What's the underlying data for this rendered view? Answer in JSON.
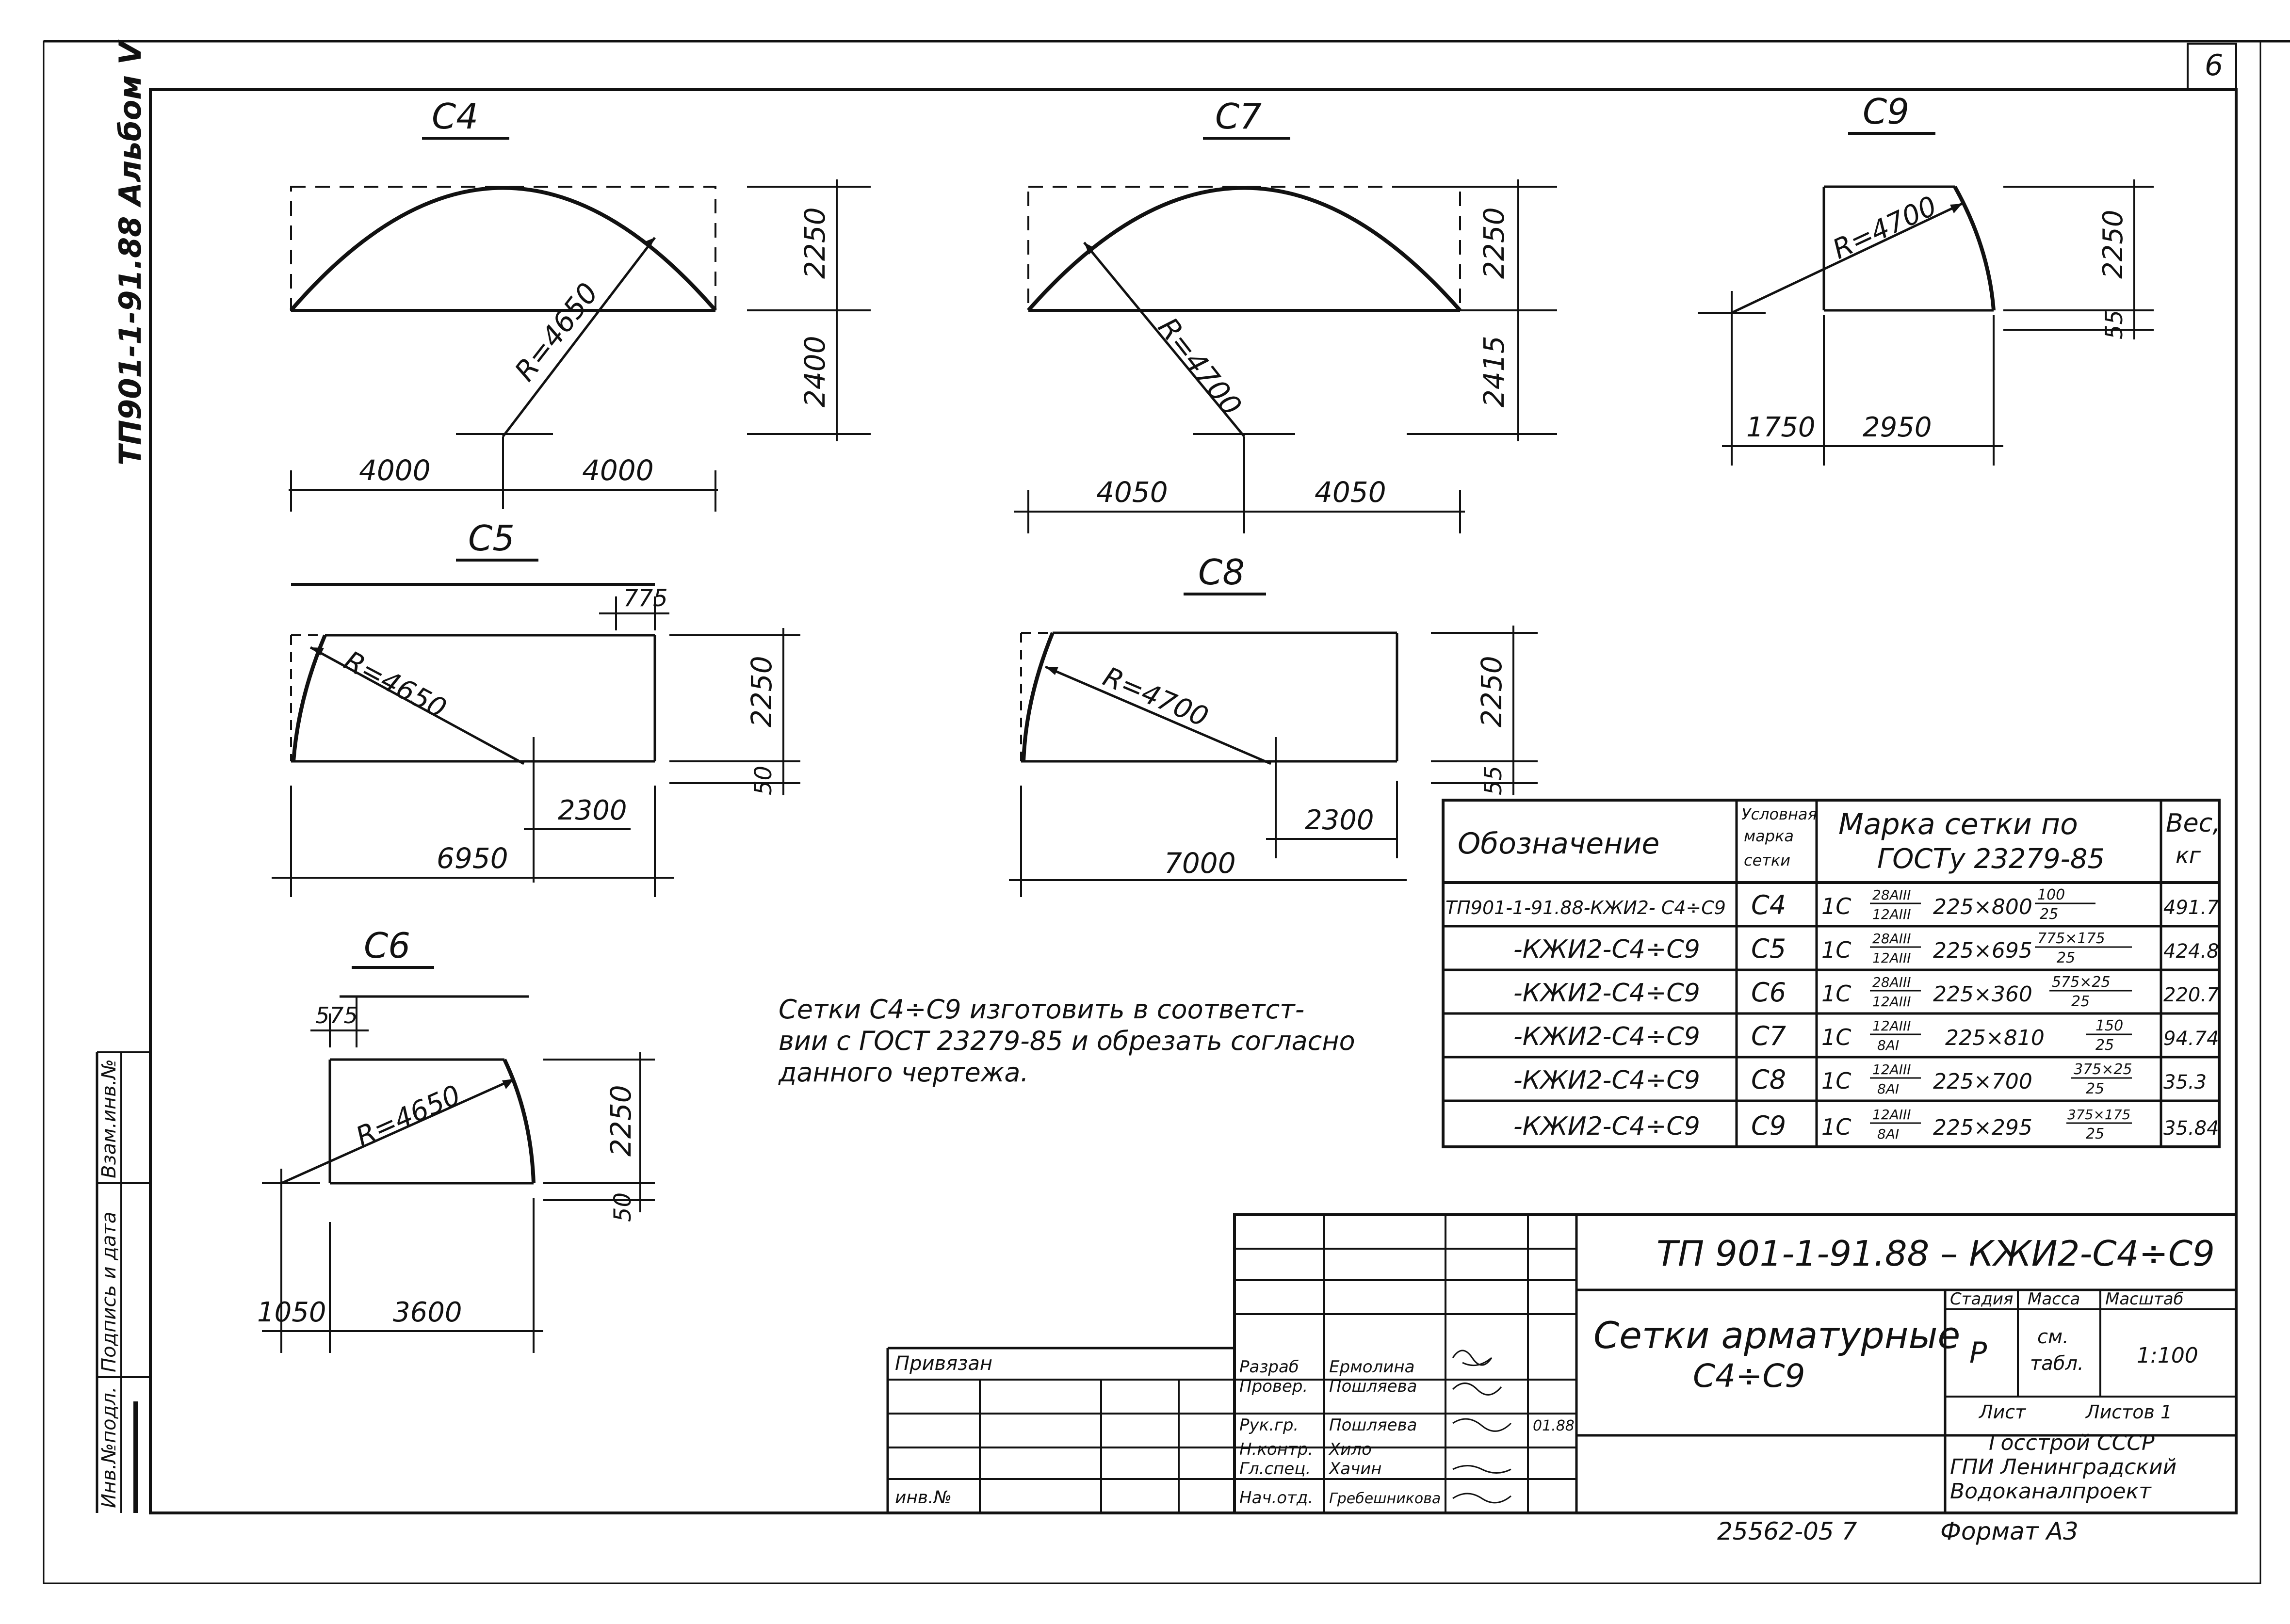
{
  "page_number": "6",
  "album_code": "ТП901-1-91.88 Альбом V",
  "meshes": {
    "c4": {
      "title": "С4",
      "radius": "R=4650",
      "dim_h1": "2250",
      "dim_h2": "2400",
      "dim_w1": "4000",
      "dim_w2": "4000"
    },
    "c7": {
      "title": "С7",
      "radius": "R=4700",
      "dim_h1": "2250",
      "dim_h2": "2415",
      "dim_w1": "4050",
      "dim_w2": "4050"
    },
    "c9": {
      "title": "С9",
      "radius": "R=4700",
      "dim_h1": "2250",
      "dim_h2": "55",
      "dim_w1": "1750",
      "dim_w2": "2950"
    },
    "c5": {
      "title": "С5",
      "radius": "R=4650",
      "dim_top": "775",
      "dim_h1": "2250",
      "dim_h2": "50",
      "dim_w1": "2300",
      "dim_w2": "6950"
    },
    "c8": {
      "title": "С8",
      "radius": "R=4700",
      "dim_h1": "2250",
      "dim_h2": "55",
      "dim_w1": "2300",
      "dim_w2": "7000"
    },
    "c6": {
      "title": "С6",
      "radius": "R=4650",
      "dim_top": "575",
      "dim_h1": "2250",
      "dim_h2": "50",
      "dim_w1": "1050",
      "dim_w2": "3600"
    }
  },
  "note": {
    "line1": "Сетки С4÷С9 изготовить в соответст-",
    "line2": "вии с ГОСТ 23279-85 и обрезать согласно",
    "line3": "данного чертежа."
  },
  "spec_table": {
    "headers": {
      "designation": "Обозначение",
      "mark_line1": "Условная",
      "mark_line2": "марка",
      "mark_line3": "сетки",
      "gost_line1": "Марка сетки по",
      "gost_line2": "ГОСТу 23279-85",
      "weight_line1": "Вес,",
      "weight_line2": "кг"
    },
    "rows": [
      {
        "designation": "ТП901-1-91.88-КЖИ2- С4÷С9",
        "mark": "С4",
        "gost_prefix": "1С",
        "frac_num": "28АIII",
        "frac_den": "12АIII",
        "size": "225×800",
        "out_num": "100",
        "out_den": "25",
        "weight": "491.7"
      },
      {
        "designation": "-КЖИ2-С4÷С9",
        "mark": "С5",
        "gost_prefix": "1С",
        "frac_num": "28АIII",
        "frac_den": "12АIII",
        "size": "225×695",
        "out_num": "775×175",
        "out_den": "25",
        "weight": "424.8"
      },
      {
        "designation": "-КЖИ2-С4÷С9",
        "mark": "С6",
        "gost_prefix": "1С",
        "frac_num": "28АIII",
        "frac_den": "12АIII",
        "size": "225×360",
        "out_num": "575×25",
        "out_den": "25",
        "weight": "220.7"
      },
      {
        "designation": "-КЖИ2-С4÷С9",
        "mark": "С7",
        "gost_prefix": "1С",
        "frac_num": "12АIII",
        "frac_den": "8АI",
        "size": "225×810",
        "out_num": "150",
        "out_den": "25",
        "weight": "94.74"
      },
      {
        "designation": "-КЖИ2-С4÷С9",
        "mark": "С8",
        "gost_prefix": "1С",
        "frac_num": "12АIII",
        "frac_den": "8АI",
        "size": "225×700",
        "out_num": "375×25",
        "out_den": "25",
        "weight": "35.3"
      },
      {
        "designation": "-КЖИ2-С4÷С9",
        "mark": "С9",
        "gost_prefix": "1С",
        "frac_num": "12АIII",
        "frac_den": "8АI",
        "size": "225×295",
        "out_num": "375×175",
        "out_den": "25",
        "weight": "35.84"
      }
    ]
  },
  "title_block": {
    "doc_code": "ТП 901-1-91.88   –   КЖИ2-С4÷С9",
    "title_line1": "Сетки арматурные",
    "title_line2": "С4÷С9",
    "stage_label": "Стадия",
    "mass_label": "Масса",
    "scale_label": "Масштаб",
    "stage_value": "Р",
    "mass_value_line1": "см.",
    "mass_value_line2": "табл.",
    "scale_value": "1:100",
    "sheet_label": "Лист",
    "sheets_label": "Листов 1",
    "org_line1": "Госстрой СССР",
    "org_line2": "ГПИ Ленинградский",
    "org_line3": "Водоканалпроект",
    "privyazan": "Привязан",
    "inv_no": "инв.№",
    "roles": [
      {
        "role": "Разраб",
        "name": "Ермолина",
        "date": ""
      },
      {
        "role": "Провер.",
        "name": "Пошляева",
        "date": ""
      },
      {
        "role": "Рук.гр.",
        "name": "Пошляева",
        "date": "01.88"
      },
      {
        "role": "Н.контр.",
        "name": "Хило",
        "date": ""
      },
      {
        "role": "Гл.спец.",
        "name": "Хачин",
        "date": ""
      },
      {
        "role": "Нач.отд.",
        "name": "Гребешникова",
        "date": ""
      }
    ],
    "footer_code": "25562-05   7",
    "format": "Формат А3"
  },
  "side_stamp": {
    "inv_podl": "Инв.№подл.",
    "podpis": "Подпись и дата",
    "vzam": "Взам.инв.№"
  }
}
